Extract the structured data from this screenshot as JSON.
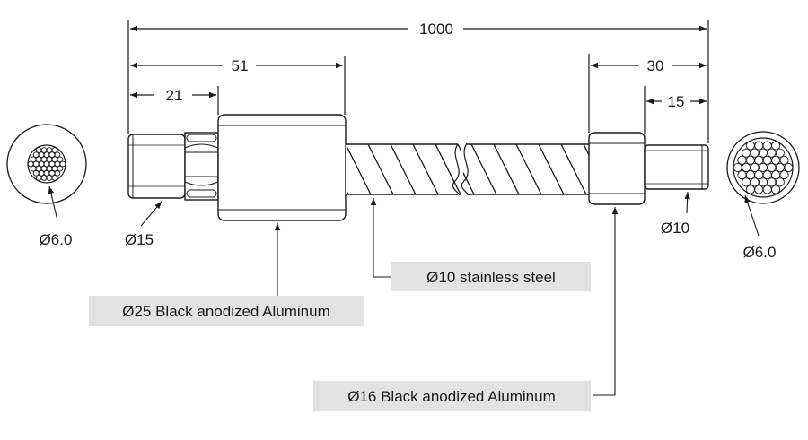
{
  "dimensions": {
    "overall_length": "1000",
    "head_length": "51",
    "tip_length": "21",
    "end_length": "30",
    "end_tip_length": "15"
  },
  "diameters": {
    "left_cable": "Ø6.0",
    "left_tip": "Ø15",
    "right_tip": "Ø10",
    "right_cable": "Ø6.0"
  },
  "callouts": {
    "shaft": "Ø10 stainless steel",
    "left_body": "Ø25 Black anodized Aluminum",
    "right_collar": "Ø16 Black anodized Aluminum"
  },
  "colors": {
    "line": "#1a1a1a",
    "label_background": "#e3e3e3",
    "part_fill": "#ffffff"
  }
}
